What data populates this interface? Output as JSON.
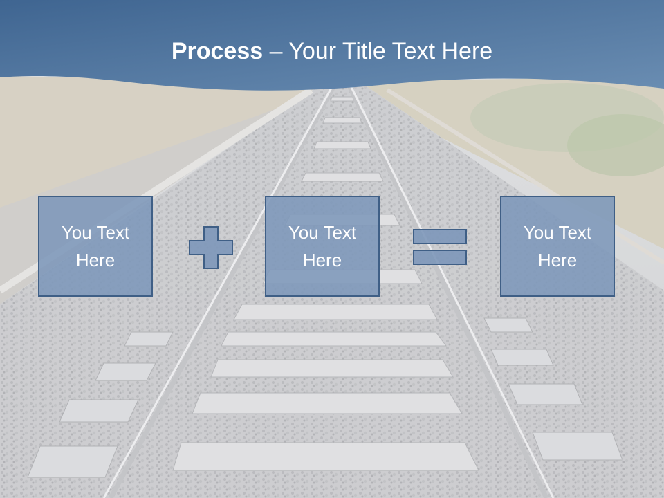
{
  "slide": {
    "title_bold": "Process",
    "title_rest": " – Your Title Text Here",
    "boxes": [
      {
        "label": "You Text\nHere"
      },
      {
        "label": "You Text\nHere"
      },
      {
        "label": "You Text\nHere"
      }
    ],
    "operators": [
      "plus",
      "equals"
    ]
  },
  "colors": {
    "header_dark": "#3f6591",
    "header_light": "#6a8db2",
    "box_fill": "#7d97b9",
    "box_border": "#3f5f86"
  }
}
